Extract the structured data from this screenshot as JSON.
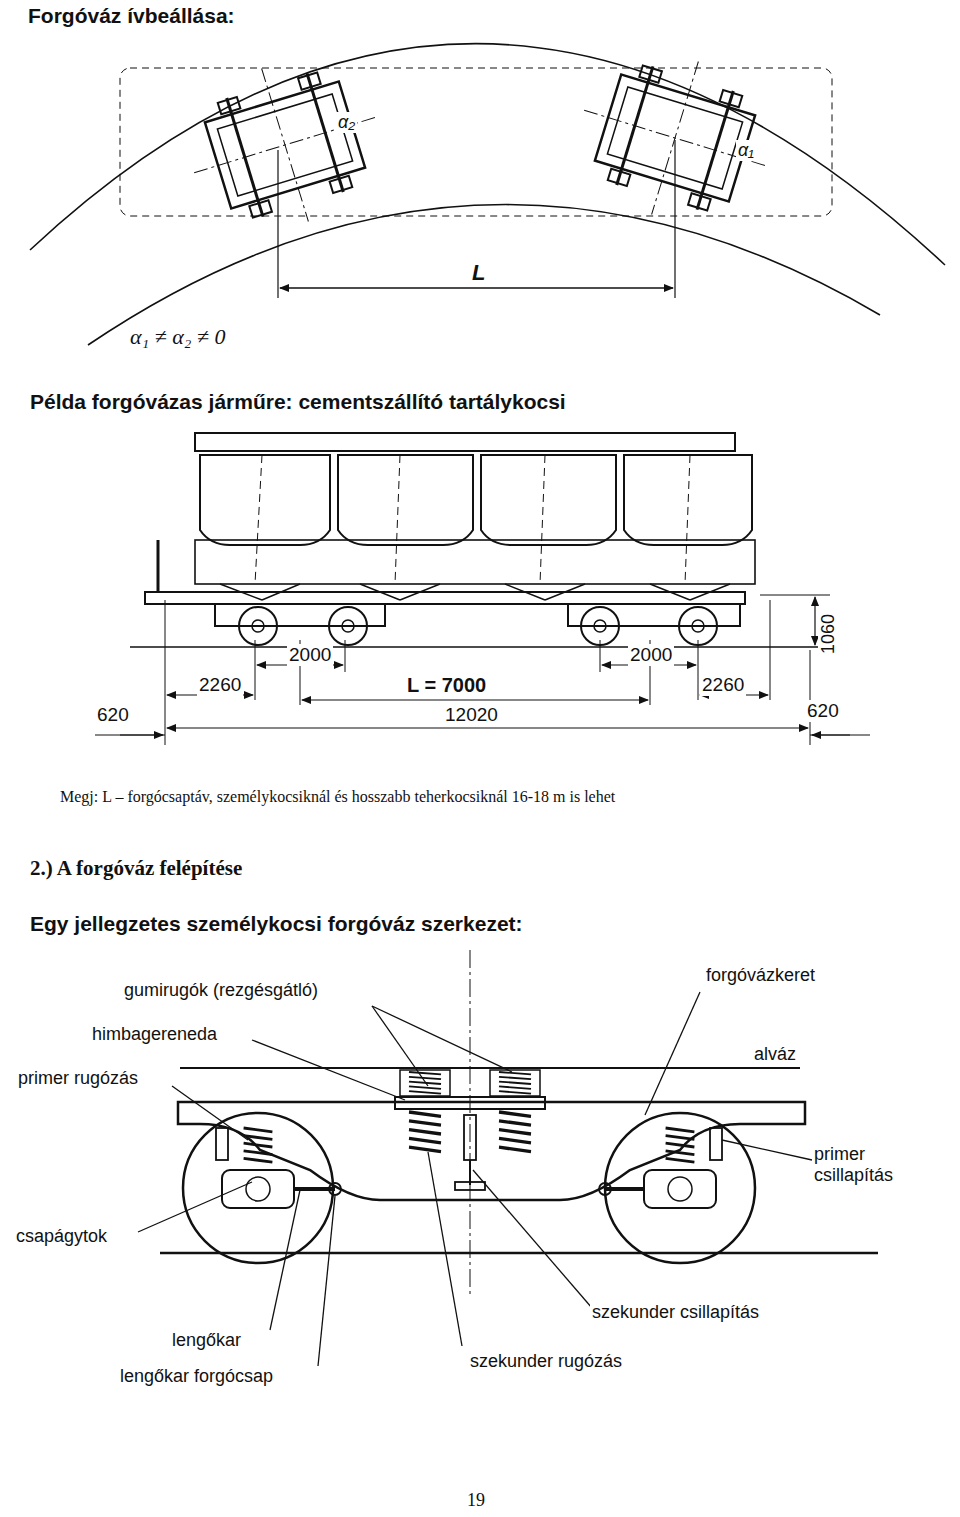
{
  "diagram": {
    "title": "Forgóváz ívbeállása:",
    "labels": [
      "α₂",
      "α₁",
      "L",
      "α₁ ≠ α₂ ≠ 0",
      "Példa forgóvázas járműre: cementszállító tartálykocsi",
      "1060",
      "2000",
      "2000",
      "2260",
      "L = 7000",
      "2260",
      "620",
      "12020",
      "620",
      "Megj: L – forgócsaptáv, személykocsiknál és hosszabb teherkocsiknál 16-18 m is lehet",
      "2.) A forgóváz felépítése",
      "Egy jellegzetes személykocsi forgóváz szerkezet:",
      "gumirugók (rezgésgátló)",
      "forgóvázkeret",
      "himbagereneda",
      "alváz",
      "primer rugózás",
      "primer csillapítás",
      "csapágytok",
      "szekunder csillapítás",
      "lengőkar",
      "lengőkar forgócsap",
      "szekunder rugózás",
      "19"
    ]
  }
}
